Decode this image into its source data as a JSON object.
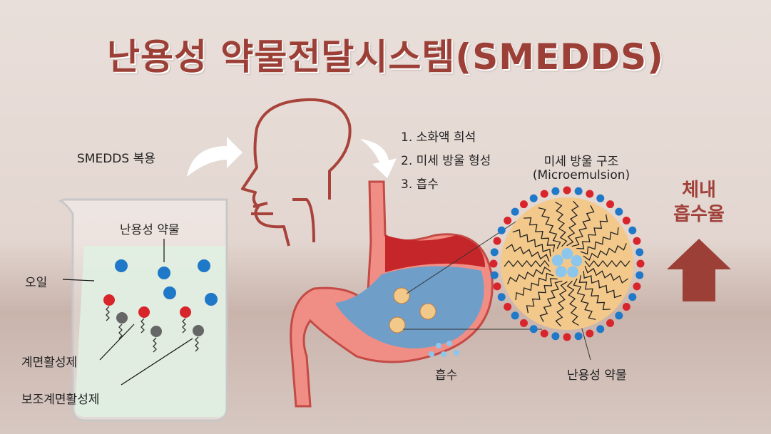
{
  "title": "난용성 약물전달시스템(SMEDDS)",
  "labels": {
    "intake": "SMEDDS 복용",
    "poorly_soluble_drug_beaker": "난용성 약물",
    "oil": "오일",
    "surfactant": "계면활성제",
    "cosurfactant": "보조계면활성제",
    "steps": [
      "1. 소화액 희석",
      "2. 미세 방울 형성",
      "3. 흡수"
    ],
    "microdroplet_title": "미세 방울 구조",
    "microdroplet_subtitle": "(Microemulsion)",
    "absorption": "흡수",
    "poorly_soluble_drug_micelle": "난용성 약물",
    "bioavailability_line1": "체내",
    "bioavailability_line2": "흡수율"
  },
  "colors": {
    "title": "#9c3f36",
    "drug": "#1f78c8",
    "surfactant_head": "#d7252b",
    "cosurfactant_head": "#6b6b6b",
    "oil_core": "#f3c98b",
    "arrow": "#9c3f36"
  }
}
